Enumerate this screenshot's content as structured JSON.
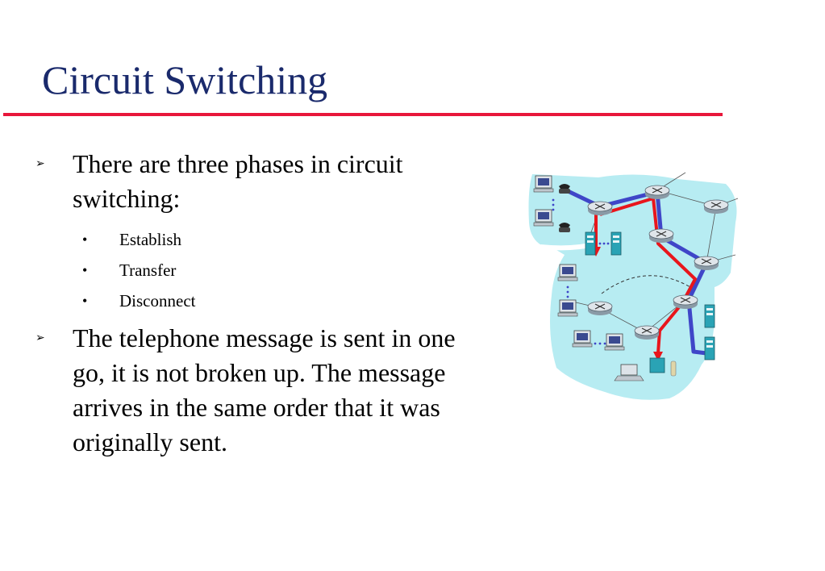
{
  "slide": {
    "title": "Circuit Switching",
    "bullets": [
      {
        "text": "There are three phases in circuit switching:",
        "subitems": [
          "Establish",
          "Transfer",
          "Disconnect"
        ]
      },
      {
        "text": "The telephone message is sent in one go, it is not broken up.  The message arrives in the same order that it was originally sent."
      }
    ],
    "bullet_marker": "➢",
    "sub_marker": "•"
  },
  "colors": {
    "title": "#1a2a6c",
    "rule": "#e8163a",
    "cloud": "#b7ecf2",
    "circuit_red": "#e8161c",
    "circuit_blue": "#3f46c8"
  },
  "diagram": {
    "icons": [
      "computer-icon",
      "telephone-icon",
      "router-icon",
      "server-icon",
      "laptop-icon",
      "modem-icon"
    ]
  }
}
